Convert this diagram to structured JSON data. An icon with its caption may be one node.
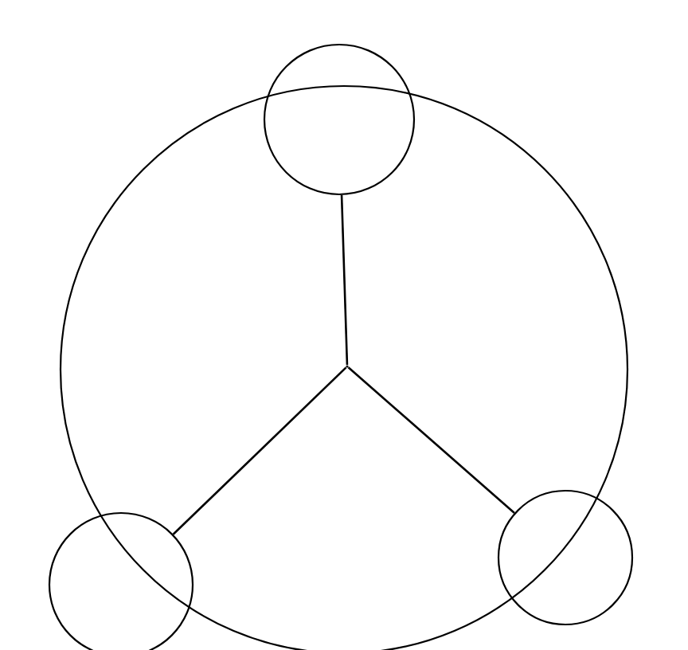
{
  "diagram": {
    "nodes": [
      {
        "text": [],
        "shape": "circle"
      },
      {
        "text": [],
        "shape": "circle"
      },
      {
        "text": [],
        "shape": "point",
        "in": 0
      },
      {
        "text": [],
        "shape": "circle"
      },
      {
        "text": [],
        "shape": "circle"
      }
    ],
    "edges": [
      {
        "from": 2,
        "to": 1,
        "arrow": "none"
      },
      {
        "from": 2,
        "to": 3,
        "arrow": "none"
      },
      {
        "from": 2,
        "to": 4,
        "arrow": "none"
      }
    ]
  }
}
